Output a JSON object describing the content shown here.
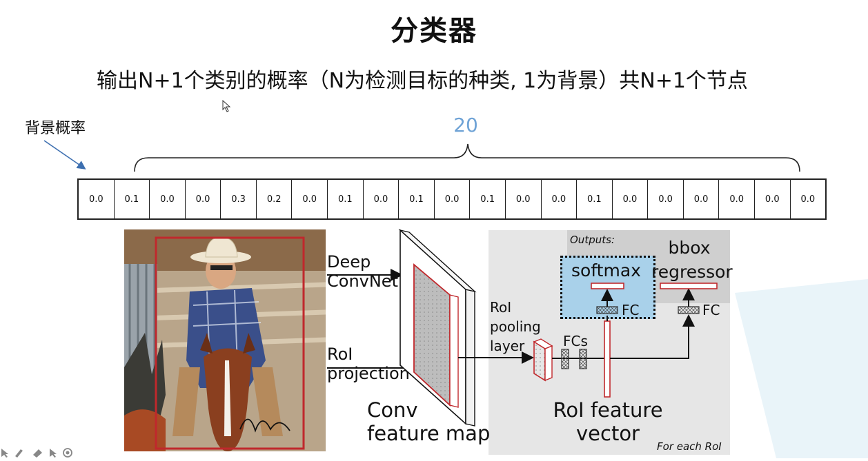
{
  "slide": {
    "title": "分类器",
    "subtitle": "输出N+1个类别的概率（N为检测目标的种类, 1为背景）共N+1个节点",
    "background_label": "背景概率",
    "object_class_count": "20"
  },
  "probabilities": [
    "0.0",
    "0.1",
    "0.0",
    "0.0",
    "0.3",
    "0.2",
    "0.0",
    "0.1",
    "0.0",
    "0.1",
    "0.0",
    "0.1",
    "0.0",
    "0.0",
    "0.1",
    "0.0",
    "0.0",
    "0.0",
    "0.0",
    "0.0",
    "0.0"
  ],
  "diagram": {
    "deep_convnet_label": [
      "Deep",
      "ConvNet"
    ],
    "roi_projection_label": [
      "RoI",
      "projection"
    ],
    "conv_feature_map_label": [
      "Conv",
      "feature map"
    ],
    "roi_pooling_label": [
      "RoI",
      "pooling",
      "layer"
    ],
    "fcs_label": "FCs",
    "roi_feature_vector_label": [
      "RoI feature",
      "vector"
    ],
    "outputs_label": "Outputs:",
    "softmax_label": "softmax",
    "bbox_regressor_label": [
      "bbox",
      "regressor"
    ],
    "fc_label": "FC",
    "for_each_roi_label": "For each RoI"
  },
  "colors": {
    "accent_blue": "#6fa3d6",
    "box_red": "#c0282c",
    "panel_gray": "#e6e6e6",
    "softmax_blue": "#a9d1ea"
  },
  "icons": [
    "cursor-icon",
    "pen-icon",
    "eraser-icon",
    "pointer-icon",
    "record-icon"
  ]
}
